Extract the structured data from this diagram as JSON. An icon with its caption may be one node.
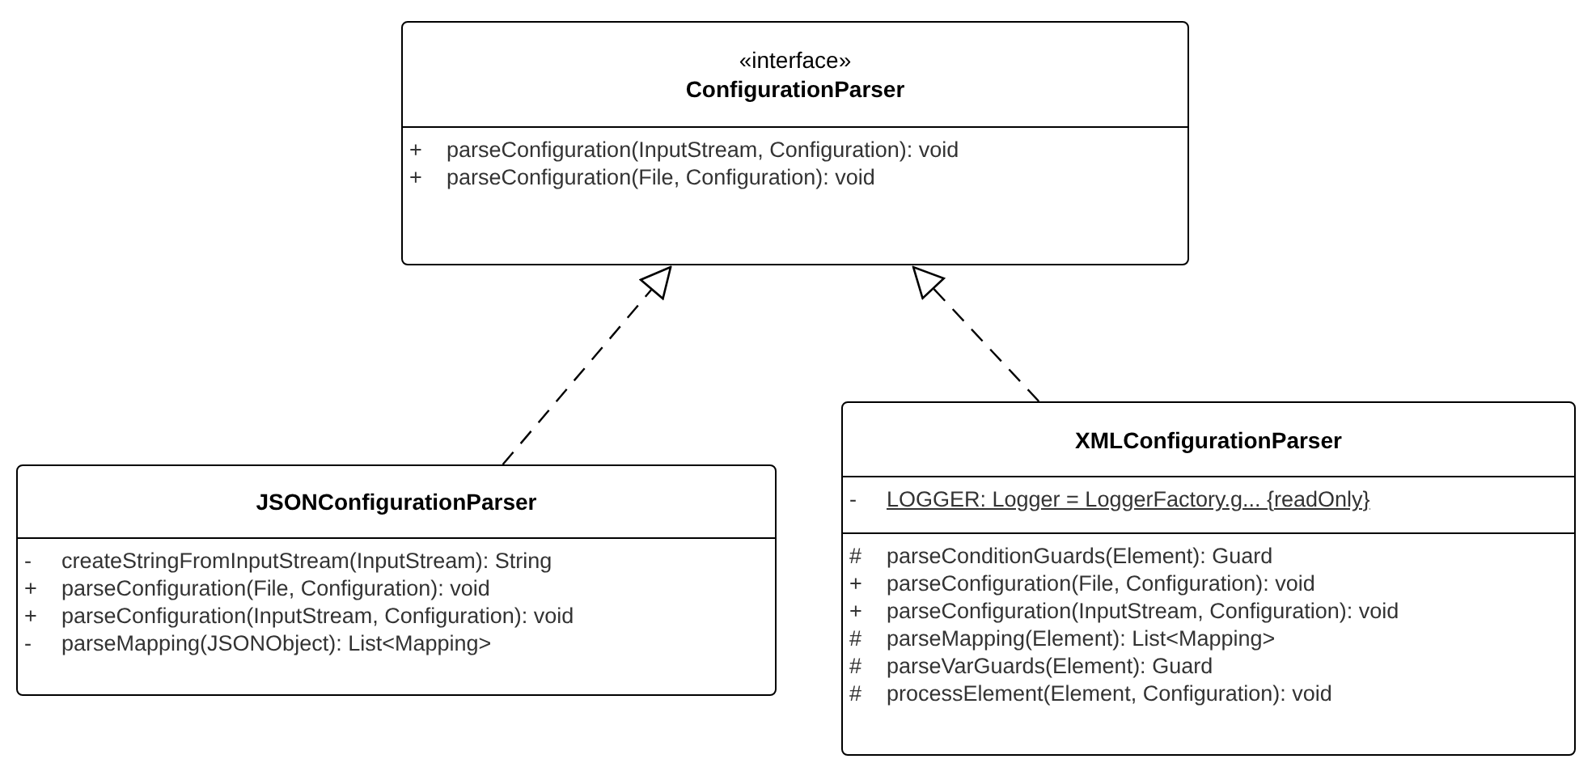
{
  "diagram": {
    "nodes": [
      {
        "text": [
          "«interface»",
          "ConfigurationParser",
          "+",
          "parseConfiguration(InputStream, Configuration): void",
          "+",
          "parseConfiguration(File, Configuration): void"
        ]
      },
      {
        "text": [
          "JSONConfigurationParser",
          "-",
          "createStringFromInputStream(InputStream): String",
          "+",
          "parseConfiguration(File, Configuration): void",
          "+",
          "parseConfiguration(InputStream, Configuration): void",
          "-",
          "parseMapping(JSONObject): List<Mapping>"
        ]
      },
      {
        "text": [
          "XMLConfigurationParser",
          "-",
          "LOGGER: Logger = LoggerFactory.g... {readOnly}",
          "#",
          "parseConditionGuards(Element): Guard",
          "+",
          "parseConfiguration(File, Configuration): void",
          "+",
          "parseConfiguration(InputStream, Configuration): void",
          "#",
          "parseMapping(Element): List<Mapping>",
          "#",
          "parseVarGuards(Element): Guard",
          "#",
          "processElement(Element, Configuration): void"
        ]
      }
    ],
    "edges": [
      {
        "from": 1,
        "to": 0,
        "arrow": "to",
        "style": "dashed"
      },
      {
        "from": 2,
        "to": 0,
        "arrow": "to",
        "style": "dashed"
      }
    ]
  }
}
